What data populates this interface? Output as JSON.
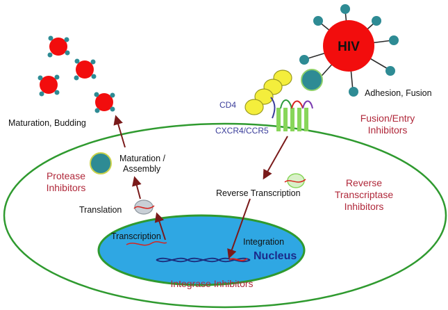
{
  "virus": {
    "label": "HIV"
  },
  "labels": {
    "adhesion_fusion": "Adhesion, Fusion",
    "maturation_budding": "Maturation, Budding",
    "cd4": "CD4",
    "coreceptor": "CXCR4/CCR5",
    "maturation_assembly_1": "Maturation /",
    "maturation_assembly_2": "Assembly",
    "translation": "Translation",
    "transcription": "Transcription",
    "reverse_transcription": "Reverse Transcription",
    "integration": "Integration",
    "nucleus": "Nucleus"
  },
  "inhibitors": {
    "fusion_entry_1": "Fusion/Entry",
    "fusion_entry_2": "Inhibitors",
    "protease_1": "Protease",
    "protease_2": "Inhibitors",
    "rt_1": "Reverse",
    "rt_2": "Transcriptase",
    "rt_3": "Inhibitors",
    "integrase": "Integrase Inhibitors"
  },
  "colors": {
    "virus_red": "#f20d0d",
    "spike_teal": "#2e8b94",
    "cd4_yellow": "#f4ee3c",
    "coreceptor_green": "#88d65a",
    "cell_membrane": "#2f9a2f",
    "nucleus_blue": "#2fa7e3",
    "arrow": "#7a1a1a",
    "inhibitor_text": "#b0283a"
  }
}
